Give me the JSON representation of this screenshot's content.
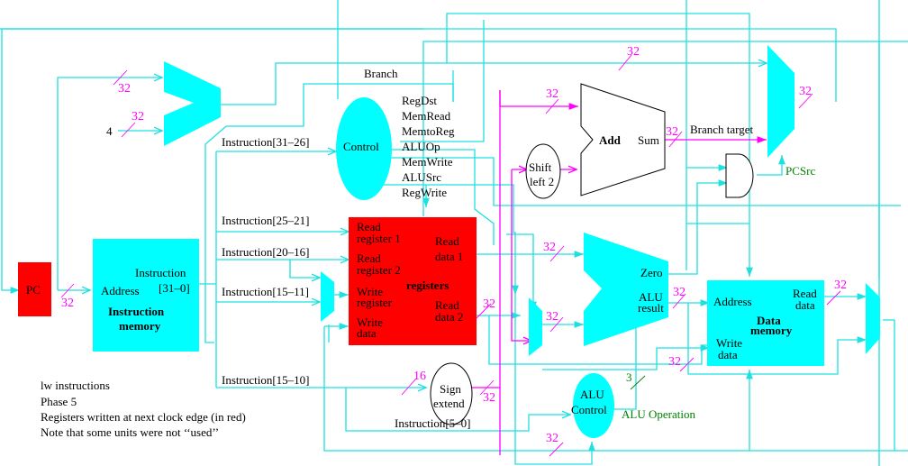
{
  "diagram": {
    "title": "MIPS single-cycle datapath",
    "colors": {
      "wire": "#1fe0e0",
      "unit": "#00ffff",
      "active_unit": "#ff0000",
      "bus_width": "#ff00ff",
      "control_label": "#008000"
    },
    "units": {
      "pc": "PC",
      "instruction_memory": {
        "port_address": "Address",
        "port_instruction": "Instruction",
        "port_instruction_bits": "[31–0]",
        "name_line1": "Instruction",
        "name_line2": "memory"
      },
      "pc_adder_constant": "4",
      "control": {
        "name": "Control",
        "signals": [
          "Branch",
          "RegDst",
          "MemRead",
          "MemtoReg",
          "ALUOp",
          "MemWrite",
          "ALUSrc",
          "RegWrite"
        ]
      },
      "registers": {
        "name": "registers",
        "read_register_1": [
          "Read",
          "register 1"
        ],
        "read_register_2": [
          "Read",
          "register 2"
        ],
        "write_register": [
          "Write",
          "register"
        ],
        "write_data": [
          "Write",
          "data"
        ],
        "read_data_1": [
          "Read",
          "data 1"
        ],
        "read_data_2": [
          "Read",
          "data 2"
        ]
      },
      "shift_left": [
        "Shift",
        "left 2"
      ],
      "branch_adder": {
        "name": "Add",
        "output": "Sum"
      },
      "branch_target": "Branch target",
      "pcsrc": "PCSrc",
      "alu": {
        "zero": "Zero",
        "result": [
          "ALU",
          "result"
        ]
      },
      "data_memory": {
        "address": "Address",
        "read_data": [
          "Read",
          "data"
        ],
        "write_data": [
          "Write",
          "data"
        ],
        "name": [
          "Data",
          "memory"
        ]
      },
      "sign_extend": [
        "Sign",
        "extend"
      ],
      "alu_control": [
        "ALU",
        "Control"
      ],
      "alu_operation": "ALU Operation"
    },
    "instruction_fields": [
      "Instruction[31–26]",
      "Instruction[25–21]",
      "Instruction[20–16]",
      "Instruction[15–11]",
      "Instruction[15–10]",
      "Instruction[5–0]"
    ],
    "bus_widths": {
      "w32": "32",
      "w16": "16",
      "w3": "3"
    },
    "notes": [
      "lw instructions",
      "Phase 5",
      "Registers  written at next clock edge (in red)",
      "Note that some units were not ‘‘used’’"
    ]
  }
}
